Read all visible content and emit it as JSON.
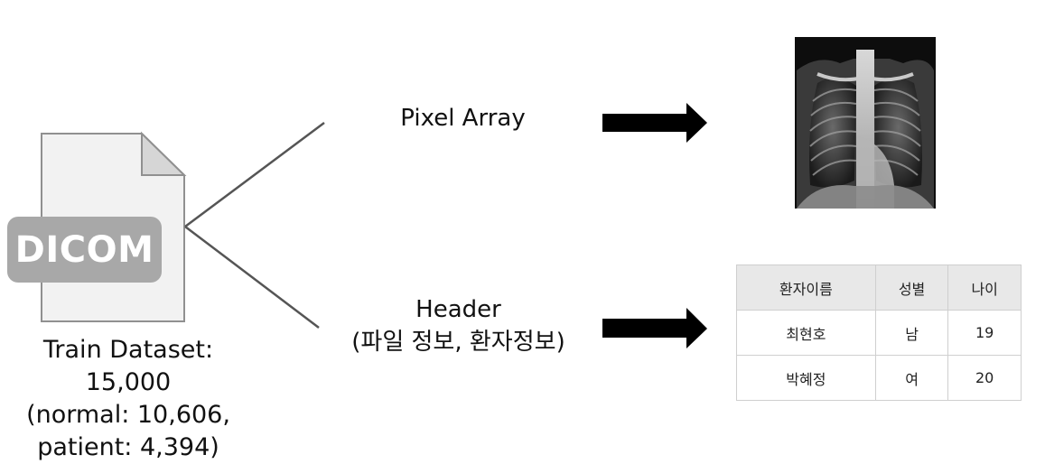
{
  "dicom": {
    "badge": "DICOM"
  },
  "dataset": {
    "line1": "Train Dataset: 15,000",
    "line2": "(normal: 10,606,",
    "line3": "patient: 4,394)"
  },
  "branches": {
    "pixel_label": "Pixel Array",
    "header_line1": "Header",
    "header_line2": "(파일 정보, 환자정보)"
  },
  "xray": {
    "description_icon": "chest-xray-image"
  },
  "patient_table": {
    "headers": [
      "환자이름",
      "성별",
      "나이"
    ],
    "rows": [
      [
        "최현호",
        "남",
        "19"
      ],
      [
        "박혜정",
        "여",
        "20"
      ]
    ]
  }
}
